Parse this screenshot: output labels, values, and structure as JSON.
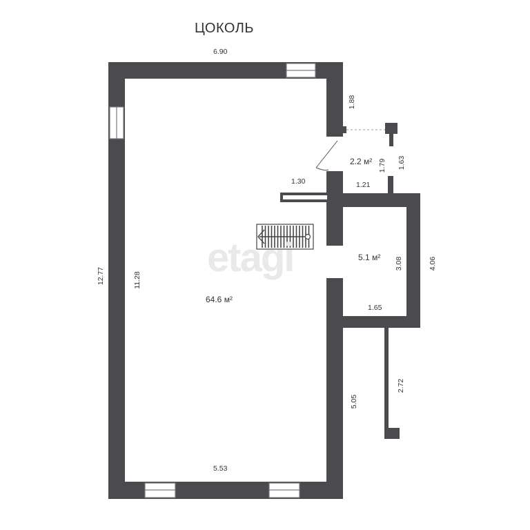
{
  "title": "ЦОКОЛЬ",
  "watermark": "etagi",
  "colors": {
    "wall": "#4b4b4f",
    "text": "#333333",
    "watermark": "#e9e9e9"
  },
  "rooms": [
    {
      "id": "main-room",
      "area": "64.6 м²"
    },
    {
      "id": "vestibule",
      "area": "2.2 м²"
    },
    {
      "id": "storage",
      "area": "5.1 м²"
    }
  ],
  "dimensions": {
    "top": "6.90",
    "outer_left": "12.77",
    "inner_left": "11.28",
    "bottom": "5.53",
    "right_lower": "5.05",
    "upper_right_notch": "1.88",
    "partition": "1.30",
    "vestibule_width": "1.21",
    "vestibule_height_inner": "1.79",
    "vestibule_height_outer": "1.63",
    "storage_inner_height": "3.08",
    "storage_outer_height": "4.06",
    "storage_width": "1.65",
    "fence_length": "2.72"
  }
}
